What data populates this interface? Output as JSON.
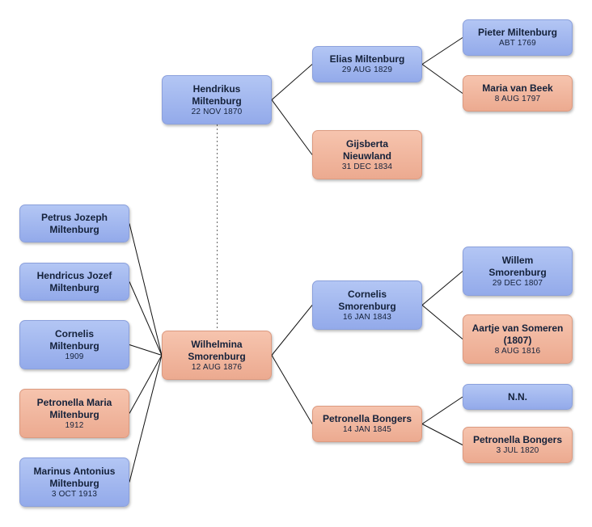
{
  "people": {
    "hendrikus": {
      "name": "Hendrikus Miltenburg",
      "date": "22 NOV 1870",
      "sex": "male"
    },
    "wilhelmina": {
      "name": "Wilhelmina Smorenburg",
      "date": "12 AUG 1876",
      "sex": "female"
    },
    "elias": {
      "name": "Elias Miltenburg",
      "date": "29 AUG 1829",
      "sex": "male"
    },
    "gijsberta": {
      "name": "Gijsberta Nieuwland",
      "date": "31 DEC 1834",
      "sex": "female"
    },
    "pieter": {
      "name": "Pieter Miltenburg",
      "date": "ABT 1769",
      "sex": "male"
    },
    "maria": {
      "name": "Maria van Beek",
      "date": "8 AUG 1797",
      "sex": "female"
    },
    "cornelis_s": {
      "name": "Cornelis Smorenburg",
      "date": "16 JAN 1843",
      "sex": "male"
    },
    "petronella_b1": {
      "name": "Petronella Bongers",
      "date": "14 JAN 1845",
      "sex": "female"
    },
    "willem": {
      "name": "Willem Smorenburg",
      "date": "29 DEC 1807",
      "sex": "male"
    },
    "aartje": {
      "name": "Aartje van Someren   (1807)",
      "date": "8 AUG 1816",
      "sex": "female"
    },
    "nn": {
      "name": "N.N.",
      "date": "",
      "sex": "male"
    },
    "petronella_b2": {
      "name": "Petronella Bongers",
      "date": "3 JUL 1820",
      "sex": "female"
    },
    "petrus": {
      "name": "Petrus Jozeph Miltenburg",
      "date": "",
      "sex": "male"
    },
    "hendricus": {
      "name": "Hendricus Jozef Miltenburg",
      "date": "",
      "sex": "male"
    },
    "cornelis_m": {
      "name": "Cornelis Miltenburg",
      "date": "1909",
      "sex": "male"
    },
    "petronella_m": {
      "name": "Petronella Maria Miltenburg",
      "date": "1912",
      "sex": "female"
    },
    "marinus": {
      "name": "Marinus Antonius Miltenburg",
      "date": "3 OCT 1913",
      "sex": "male"
    }
  },
  "relations": {
    "spouse": [
      [
        "hendrikus",
        "wilhelmina"
      ]
    ],
    "parents": [
      [
        "hendrikus",
        "elias"
      ],
      [
        "hendrikus",
        "gijsberta"
      ],
      [
        "elias",
        "pieter"
      ],
      [
        "elias",
        "maria"
      ],
      [
        "wilhelmina",
        "cornelis_s"
      ],
      [
        "wilhelmina",
        "petronella_b1"
      ],
      [
        "cornelis_s",
        "willem"
      ],
      [
        "cornelis_s",
        "aartje"
      ],
      [
        "petronella_b1",
        "nn"
      ],
      [
        "petronella_b1",
        "petronella_b2"
      ]
    ],
    "children": [
      [
        "wilhelmina",
        "petrus"
      ],
      [
        "wilhelmina",
        "hendricus"
      ],
      [
        "wilhelmina",
        "cornelis_m"
      ],
      [
        "wilhelmina",
        "petronella_m"
      ],
      [
        "wilhelmina",
        "marinus"
      ]
    ]
  },
  "colors": {
    "male_top": "#b3c6f4",
    "male_bottom": "#93aaea",
    "female_top": "#f6c4ae",
    "female_bottom": "#ecaa90",
    "line": "#111111",
    "spouse_line": "#666666"
  }
}
